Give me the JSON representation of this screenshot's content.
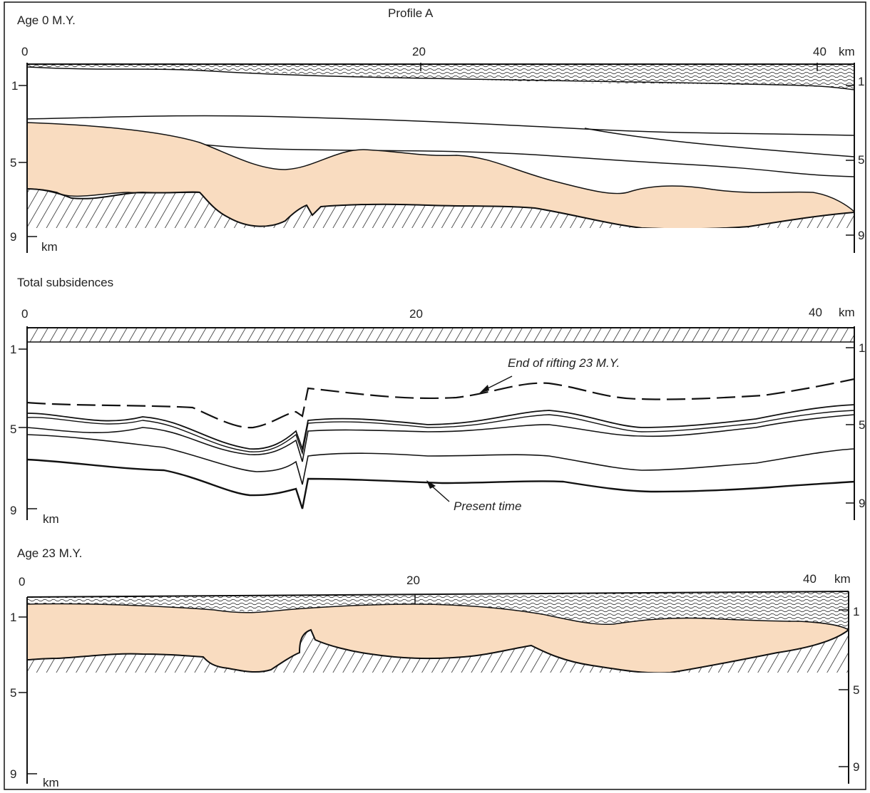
{
  "title": "Profile A",
  "colors": {
    "sediment_fill": "#f9dcc0",
    "line": "#111111",
    "background": "#ffffff"
  },
  "panels": [
    {
      "id": "age-0",
      "title": "Age 0 M.Y.",
      "x_ticks": [
        "0",
        "20",
        "40"
      ],
      "x_unit": "km",
      "depth_ticks_left": [
        "1",
        "5",
        "9"
      ],
      "depth_ticks_right": [
        "1",
        "5",
        "9"
      ],
      "depth_unit": "km"
    },
    {
      "id": "total-subsidences",
      "title": "Total subsidences",
      "x_ticks": [
        "0",
        "20",
        "40"
      ],
      "x_unit": "km",
      "depth_ticks_left": [
        "1",
        "5",
        "9"
      ],
      "depth_ticks_right": [
        "1",
        "5",
        "9"
      ],
      "depth_unit": "km",
      "annotations": [
        "End of rifting 23 M.Y.",
        "Present time"
      ]
    },
    {
      "id": "age-23",
      "title": "Age 23 M.Y.",
      "x_ticks": [
        "0",
        "20",
        "40"
      ],
      "x_unit": "km",
      "depth_ticks_left": [
        "1",
        "5",
        "9"
      ],
      "depth_ticks_right": [
        "1",
        "5",
        "9"
      ],
      "depth_unit": "km"
    }
  ]
}
